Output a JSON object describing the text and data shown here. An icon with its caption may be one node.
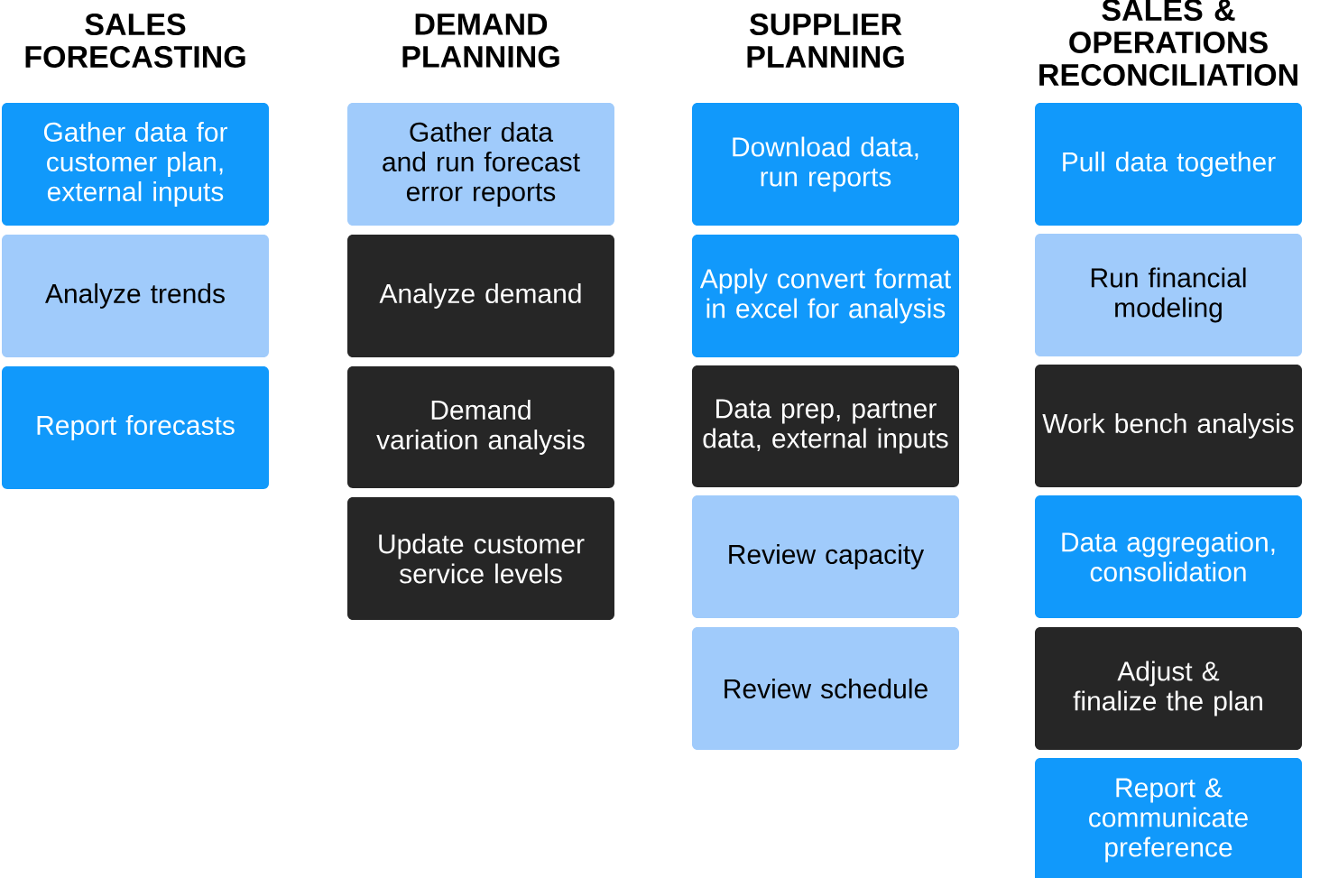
{
  "diagram": {
    "nodes": [
      {
        "text": [
          "Gather data for customer plan, external inputs"
        ]
      },
      {
        "text": [
          "Analyze trends"
        ]
      },
      {
        "text": [
          "Report forecasts"
        ]
      },
      {
        "text": [
          "Gather data and run forecast error reports"
        ]
      },
      {
        "text": [
          "Analyze demand"
        ]
      },
      {
        "text": [
          "Demand variation analysis"
        ]
      },
      {
        "text": [
          "Update customer service levels"
        ]
      },
      {
        "text": [
          "Download data, run reports"
        ]
      },
      {
        "text": [
          "Apply convert format in excel for analysis"
        ]
      },
      {
        "text": [
          "Data prep, partner data, external inputs"
        ]
      },
      {
        "text": [
          "Review capacity"
        ]
      },
      {
        "text": [
          "Review schedule"
        ]
      },
      {
        "text": [
          "Pull data together"
        ]
      },
      {
        "text": [
          "Run financial modeling"
        ]
      },
      {
        "text": [
          "Work bench analysis"
        ]
      },
      {
        "text": [
          "Data aggregation, consolidation"
        ]
      },
      {
        "text": [
          "Adjust & finalize the plan"
        ]
      },
      {
        "text": [
          "Report & communicate preference"
        ]
      }
    ],
    "labels": [
      "SALES FORECASTING",
      "DEMAND PLANNING",
      "SUPPLIER PLANNING",
      "SALES & OPERATIONS RECONCILIATION"
    ]
  }
}
